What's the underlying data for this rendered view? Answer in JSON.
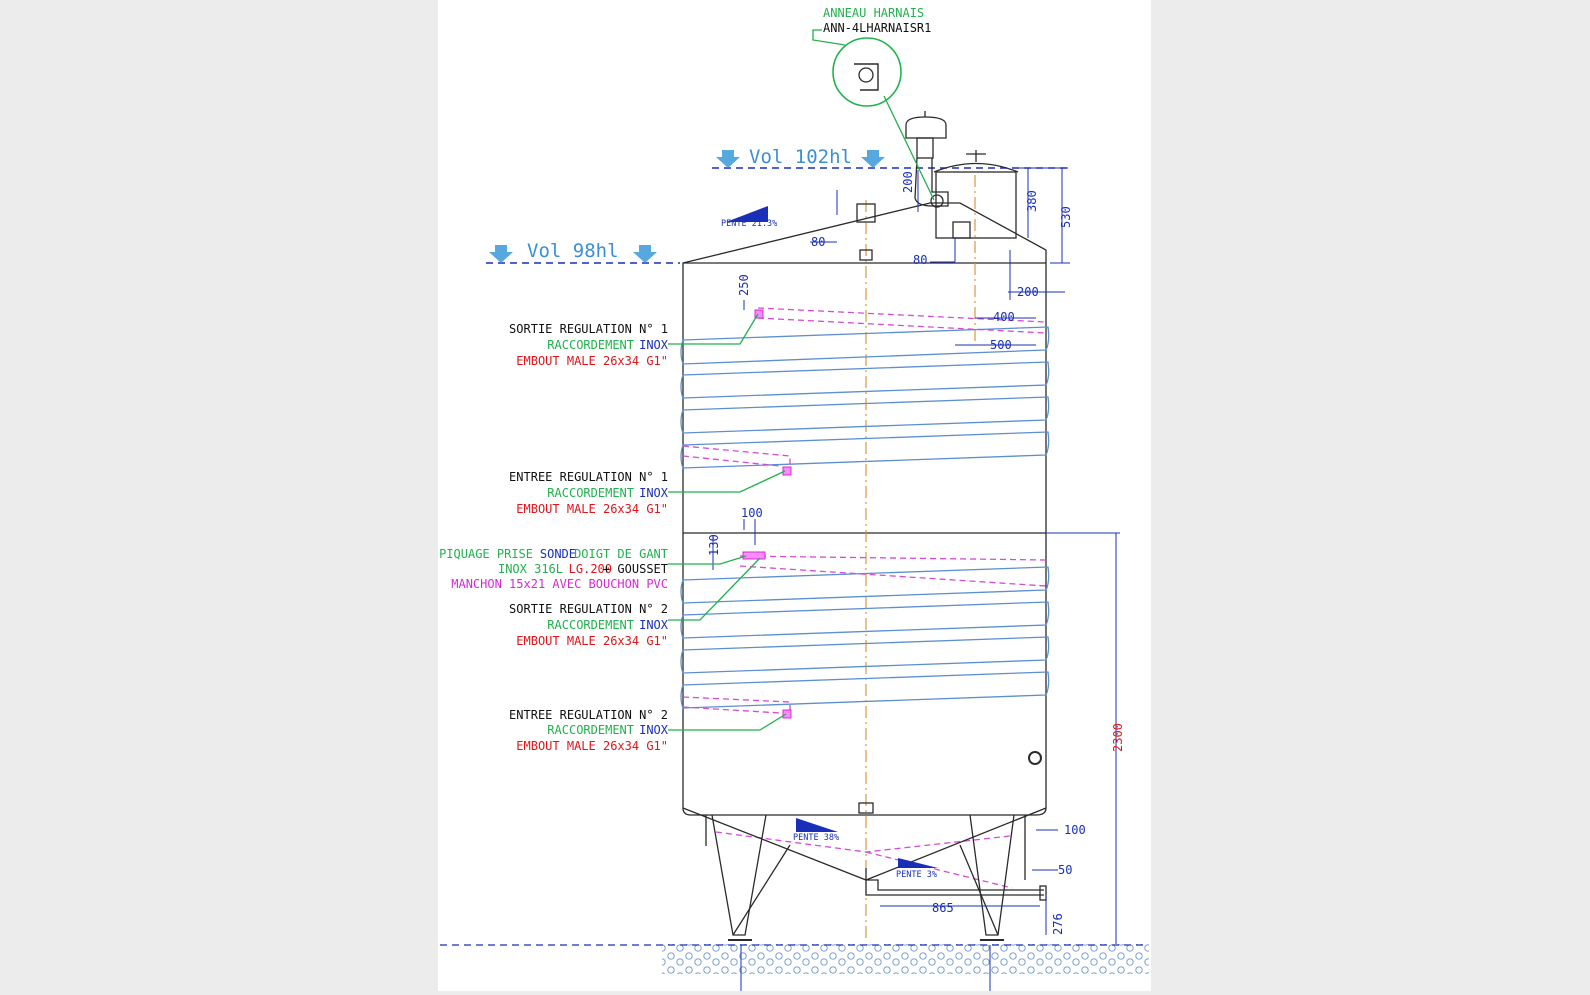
{
  "volumes": {
    "upper": "Vol 102hl",
    "lower": "Vol 98hl"
  },
  "harness_ring": {
    "title": "ANNEAU HARNAIS",
    "ref": "ANN-4LHARNAISR1"
  },
  "slopes": {
    "roof": "PENTE 21.3%",
    "cone": "PENTE 38%",
    "bottom": "PENTE 3%"
  },
  "dimensions": {
    "d200_top": "200",
    "d380": "380",
    "d530": "530",
    "d80_left": "80",
    "d80_right": "80",
    "d200_right": "200",
    "d250": "250",
    "d400": "400",
    "d500": "500",
    "d100_mid": "100",
    "d130": "130",
    "d2300": "2300",
    "d100_low": "100",
    "d50": "50",
    "d865": "865",
    "d276": "276"
  },
  "labels": {
    "out1": {
      "title": "SORTIE REGULATION N° 1",
      "conn": "RACCORDEMENT",
      "mat": "INOX",
      "fit": "EMBOUT MALE 26x34 G1\""
    },
    "in1": {
      "title": "ENTREE REGULATION N° 1",
      "conn": "RACCORDEMENT",
      "mat": "INOX",
      "fit": "EMBOUT MALE 26x34 G1\""
    },
    "probe": {
      "l1a": "PIQUAGE PRISE",
      "l1b": "SONDE",
      "l1c": "DOIGT DE GANT",
      "l2a": "INOX 316L",
      "l2b": "LG.200",
      "l2c": "+ GOUSSET",
      "l3": "MANCHON 15x21 AVEC BOUCHON PVC"
    },
    "out2": {
      "title": "SORTIE REGULATION N° 2",
      "conn": "RACCORDEMENT",
      "mat": "INOX",
      "fit": "EMBOUT MALE 26x34 G1\""
    },
    "in2": {
      "title": "ENTREE REGULATION N° 2",
      "conn": "RACCORDEMENT",
      "mat": "INOX",
      "fit": "EMBOUT MALE 26x34 G1\""
    }
  },
  "colors": {
    "line": "#2b2b2b",
    "dim": "#1a2fb8",
    "coil": "#5d8fd0",
    "pipe": "#d64bd6",
    "leader": "#22b14c",
    "axis": "#d4902a",
    "height": "#e0151a"
  }
}
